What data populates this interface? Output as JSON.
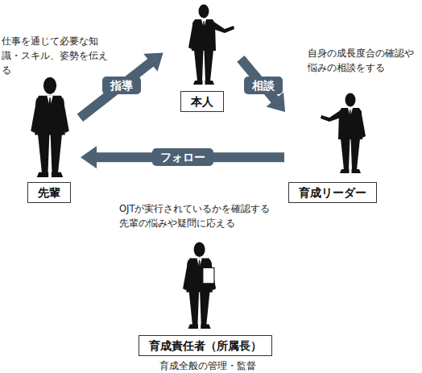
{
  "diagram": {
    "nodes": [
      {
        "text": [
          "本人"
        ]
      },
      {
        "text": [
          "先輩"
        ]
      },
      {
        "text": [
          "育成リーダー"
        ]
      },
      {
        "text": [
          "育成責任者（所属長）"
        ]
      }
    ],
    "edges": [
      {
        "from": 1,
        "to": 0,
        "label": "指導",
        "arrow": "to"
      },
      {
        "from": 0,
        "to": 2,
        "label": "相談",
        "arrow": "to"
      },
      {
        "from": 2,
        "to": 1,
        "label": "フォロー",
        "arrow": "to"
      }
    ],
    "labels": [
      "仕事を通じて必要な知識・スキル、姿勢を伝える",
      "自身の成長度合の確認や悩みの相談をする",
      "OJTが実行されているかを確認する",
      "先輩の悩みや疑問に応える",
      "育成全般の管理・監督"
    ]
  }
}
